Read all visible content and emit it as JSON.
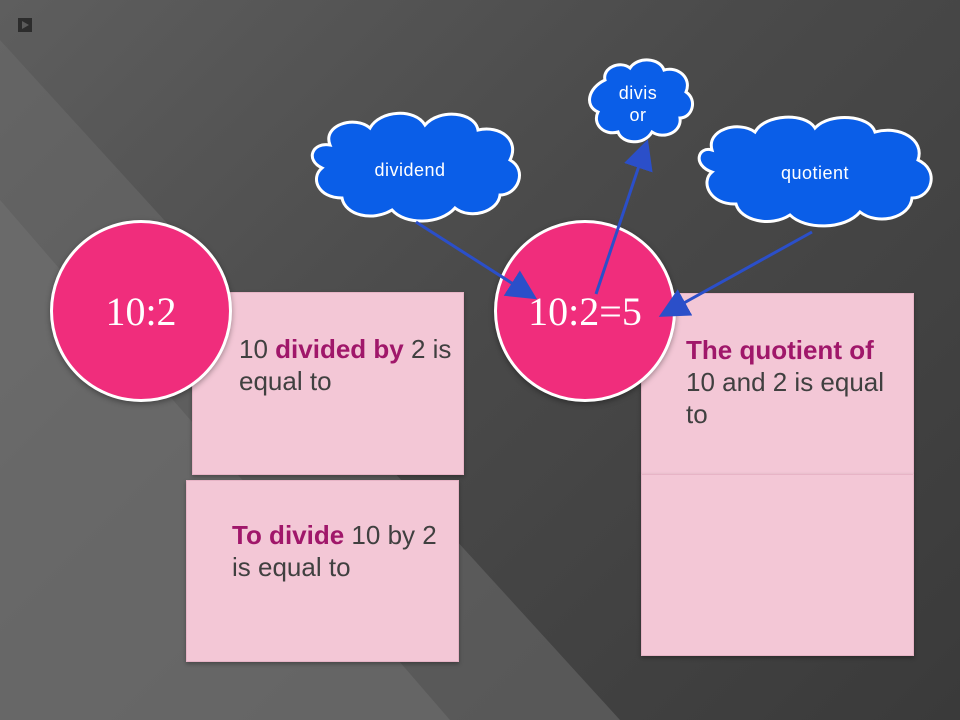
{
  "colors": {
    "background": "#4a4a4a",
    "card": "#f3c7d6",
    "circle": "#f02d7c",
    "highlight": "#a0176a",
    "cloud": "#0a5ee8",
    "arrow": "#2b4fc9"
  },
  "icons": {
    "bullet": "bullet-icon"
  },
  "circles": {
    "left": "10:2",
    "right": "10:2=5"
  },
  "cards": {
    "top_left": {
      "a": "10 ",
      "b": "divided by",
      "c": " 2 is equal to"
    },
    "bottom_left": {
      "a": "To divide",
      "b": " 10 by 2 is equal to"
    },
    "top_right": {
      "a": "The quotient of",
      "b": " 10 and 2 is equal to"
    }
  },
  "clouds": {
    "dividend": "dividend",
    "divisor": "divis or",
    "quotient": "quotient"
  }
}
